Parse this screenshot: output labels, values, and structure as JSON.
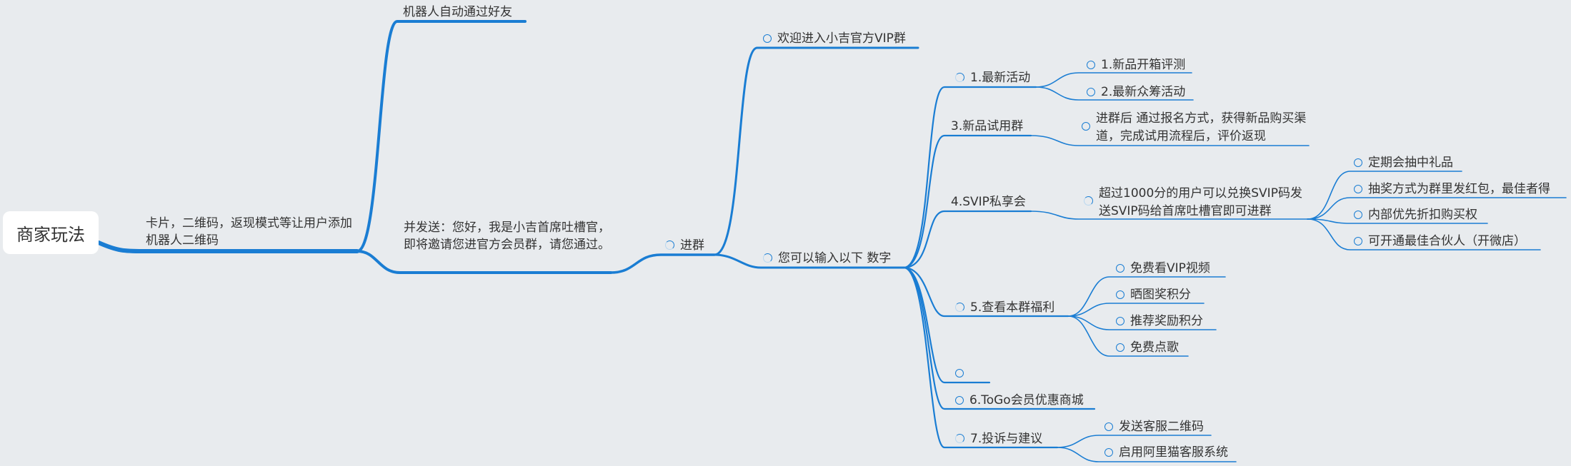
{
  "root": "商家玩法",
  "nodes": {
    "auto_friend": "机器人自动通过好友",
    "card": "卡片，二维码，返现模式等让用户添加机器人二维码",
    "send": "并发送：您好，我是小吉首席吐槽官，即将邀请您进官方会员群，请您通过。",
    "join": "进群",
    "welcome": "欢迎进入小吉官方VIP群",
    "input": "您可以输入以下 数字",
    "opt1": "1.最新活动",
    "opt1_a": "1.新品开箱评测",
    "opt1_b": "2.最新众筹活动",
    "opt3": "3.新品试用群",
    "opt3_a": "进群后 通过报名方式，获得新品购买渠道，完成试用流程后，评价返现",
    "opt4": "4.SVIP私享会",
    "opt4_a": "超过1000分的用户可以兑换SVIP码发送SVIP码给首席吐槽官即可进群",
    "opt4_a1": "定期会抽中礼品",
    "opt4_a2": "抽奖方式为群里发红包，最佳者得",
    "opt4_a3": "内部优先折扣购买权",
    "opt4_a4": "可开通最佳合伙人（开微店）",
    "opt5": "5.查看本群福利",
    "opt5_a": "免费看VIP视频",
    "opt5_b": "晒图奖积分",
    "opt5_c": "推荐奖励积分",
    "opt5_d": "免费点歌",
    "opt6": "6.ToGo会员优惠商城",
    "opt7": "7.投诉与建议",
    "opt7_a": "发送客服二维码",
    "opt7_b": "启用阿里猫客服系统"
  }
}
